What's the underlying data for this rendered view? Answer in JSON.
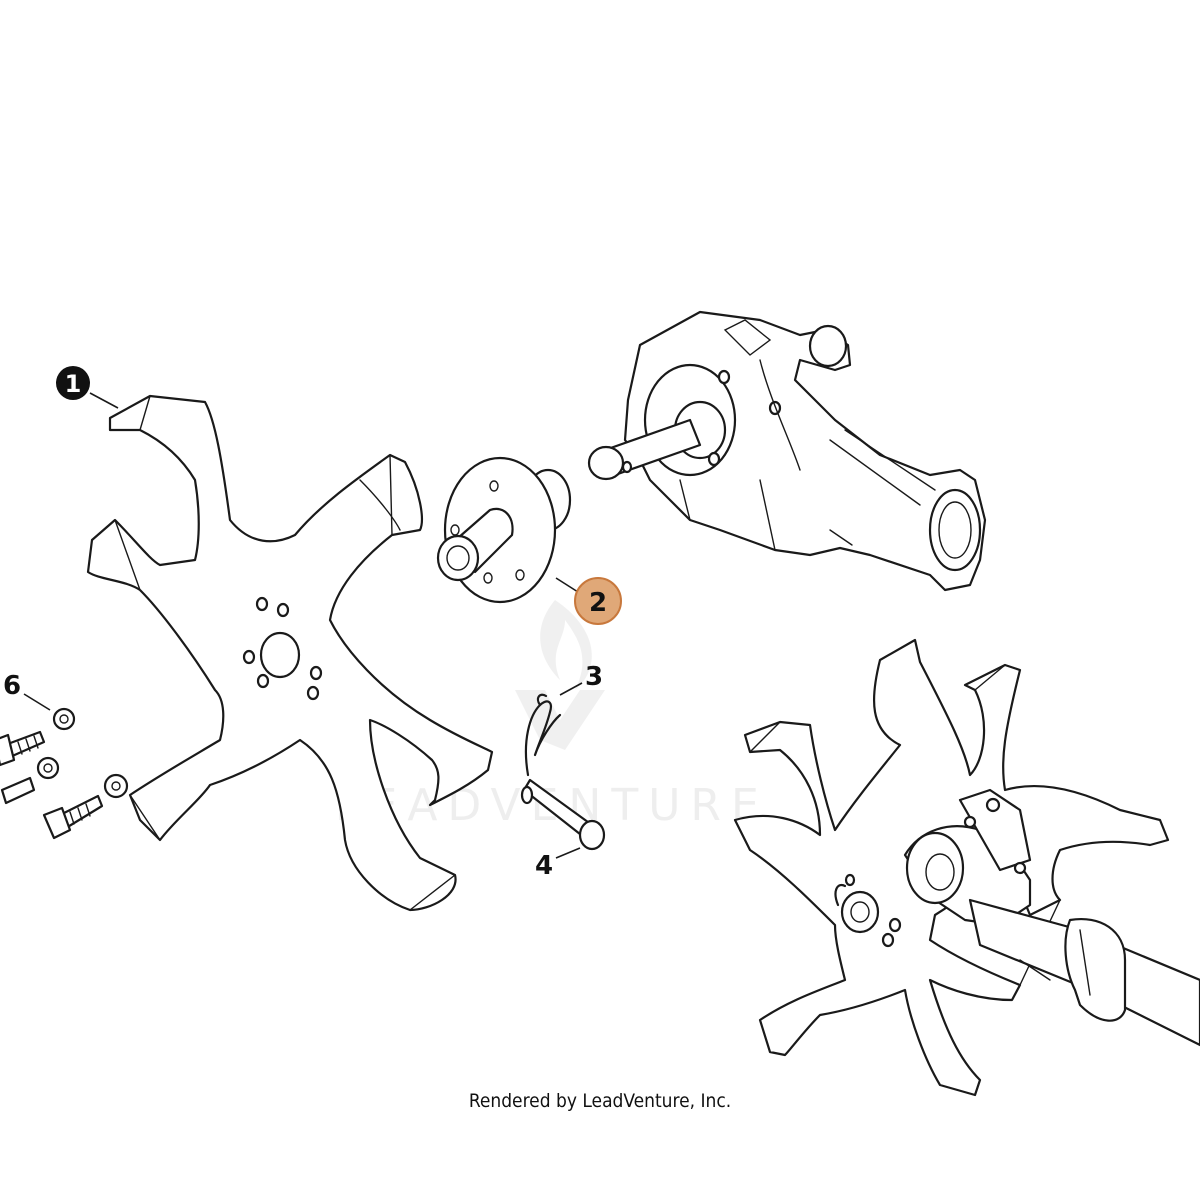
{
  "callouts": {
    "c1": "1",
    "c2": "2",
    "c3": "3",
    "c4": "4",
    "c6": "6"
  },
  "highlight_color": "#e0a878",
  "highlight_border": "#c8783c",
  "watermark": "LEADVENTURE",
  "credit": "Rendered by LeadVenture, Inc."
}
